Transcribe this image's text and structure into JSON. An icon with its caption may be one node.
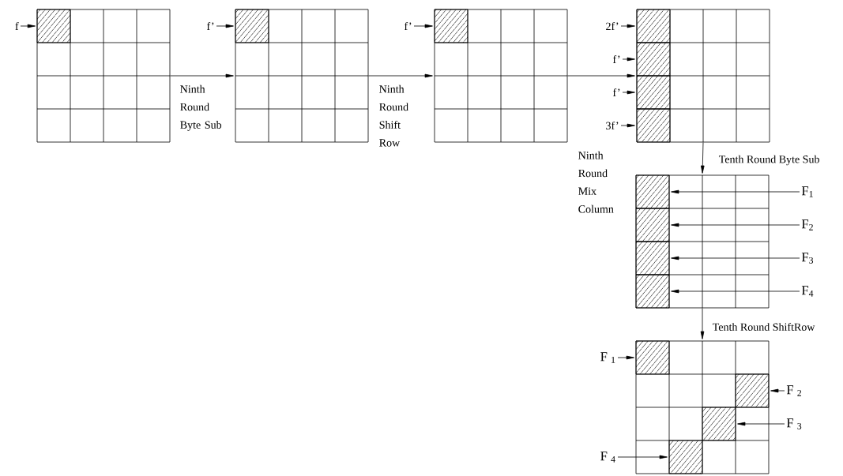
{
  "diagram": {
    "nodes": [
      {
        "text": [],
        "shape": "box"
      },
      {
        "text": [],
        "shape": "box",
        "in": 0
      },
      {
        "text": [
          "f"
        ]
      },
      {
        "text": [],
        "shape": "box"
      },
      {
        "text": [],
        "shape": "box",
        "in": 3
      },
      {
        "text": [
          "f’"
        ]
      },
      {
        "text": [],
        "shape": "box"
      },
      {
        "text": [],
        "shape": "box",
        "in": 6
      },
      {
        "text": [
          "f’"
        ]
      },
      {
        "text": [],
        "shape": "box"
      },
      {
        "text": [],
        "shape": "box",
        "in": 9
      },
      {
        "text": [],
        "shape": "box",
        "in": 9
      },
      {
        "text": [],
        "shape": "box",
        "in": 9
      },
      {
        "text": [],
        "shape": "box",
        "in": 9
      },
      {
        "text": [
          "2f’"
        ]
      },
      {
        "text": [
          "f’"
        ]
      },
      {
        "text": [
          "f’"
        ]
      },
      {
        "text": [
          "3f’"
        ]
      },
      {
        "text": [],
        "shape": "box"
      },
      {
        "text": [],
        "shape": "box",
        "in": 18
      },
      {
        "text": [],
        "shape": "box",
        "in": 18
      },
      {
        "text": [],
        "shape": "box",
        "in": 18
      },
      {
        "text": [],
        "shape": "box",
        "in": 18
      },
      {
        "text": [
          "F$_{1}$"
        ]
      },
      {
        "text": [
          "F$_{2}$"
        ]
      },
      {
        "text": [
          "F$_{3}$"
        ]
      },
      {
        "text": [
          "F$_{4}$"
        ]
      },
      {
        "text": [],
        "shape": "box"
      },
      {
        "text": [],
        "shape": "box",
        "in": 27
      },
      {
        "text": [],
        "shape": "box",
        "in": 27
      },
      {
        "text": [],
        "shape": "box",
        "in": 27
      },
      {
        "text": [],
        "shape": "box",
        "in": 27
      },
      {
        "text": [
          "F $_{1}$"
        ]
      },
      {
        "text": [
          "F $_{2}$"
        ]
      },
      {
        "text": [
          "F $_{3}$"
        ]
      },
      {
        "text": [
          "F $_{4}$"
        ]
      }
    ],
    "edges": [
      {
        "from": 0,
        "to": 3,
        "arrow": "to",
        "label": "Ninth Round Byte Sub"
      },
      {
        "from": 3,
        "to": 6,
        "arrow": "to",
        "label": "Ninth Round Shift Row"
      },
      {
        "from": 6,
        "to": 9,
        "arrow": "to"
      },
      {
        "from": 9,
        "to": 18,
        "arrow": "to"
      },
      {
        "from": 18,
        "to": 27,
        "arrow": "to",
        "label": "Tenth Round ShiftRow"
      },
      {
        "from": 2,
        "to": 1,
        "arrow": "to"
      },
      {
        "from": 5,
        "to": 4,
        "arrow": "to"
      },
      {
        "from": 8,
        "to": 7,
        "arrow": "to"
      },
      {
        "from": 14,
        "to": 10,
        "arrow": "to"
      },
      {
        "from": 15,
        "to": 11,
        "arrow": "to"
      },
      {
        "from": 16,
        "to": 12,
        "arrow": "to"
      },
      {
        "from": 17,
        "to": 13,
        "arrow": "to"
      },
      {
        "from": 23,
        "to": 19,
        "arrow": "to"
      },
      {
        "from": 24,
        "to": 20,
        "arrow": "to"
      },
      {
        "from": 25,
        "to": 21,
        "arrow": "to"
      },
      {
        "from": 26,
        "to": 22,
        "arrow": "to"
      },
      {
        "from": 32,
        "to": 28,
        "arrow": "to"
      },
      {
        "from": 33,
        "to": 29,
        "arrow": "to"
      },
      {
        "from": 34,
        "to": 30,
        "arrow": "to"
      },
      {
        "from": 35,
        "to": 31,
        "arrow": "to"
      }
    ],
    "labels": [
      "Ninth Round Mix Column",
      "Tenth Round Byte Sub"
    ]
  }
}
